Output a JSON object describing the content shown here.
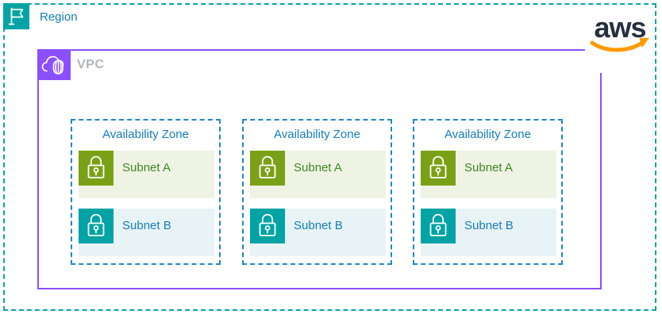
{
  "diagram": {
    "region": {
      "label": "Region"
    },
    "vpc": {
      "label": "VPC"
    },
    "aws_logo": {
      "text": "aws"
    },
    "availability_zones": [
      {
        "label": "Availability Zone",
        "subnets": [
          {
            "label": "Subnet A"
          },
          {
            "label": "Subnet B"
          }
        ]
      },
      {
        "label": "Availability Zone",
        "subnets": [
          {
            "label": "Subnet A"
          },
          {
            "label": "Subnet B"
          }
        ]
      },
      {
        "label": "Availability Zone",
        "subnets": [
          {
            "label": "Subnet A"
          },
          {
            "label": "Subnet B"
          }
        ]
      }
    ],
    "colors": {
      "region_teal": "#01A3A4",
      "vpc_purple": "#8C4FFF",
      "az_border_blue": "#1E88C9",
      "label_blue": "#147EBA",
      "subnet_a_icon_green": "#7AA116",
      "subnet_a_text_green": "#3F8624",
      "subnet_a_bg": "#EFF3E4",
      "subnet_b_icon_teal": "#01A3A4",
      "subnet_b_bg": "#E8F3F6",
      "vpc_label_gray": "#AEB6BB",
      "aws_navy": "#252F3E",
      "aws_orange": "#FF9900"
    }
  }
}
